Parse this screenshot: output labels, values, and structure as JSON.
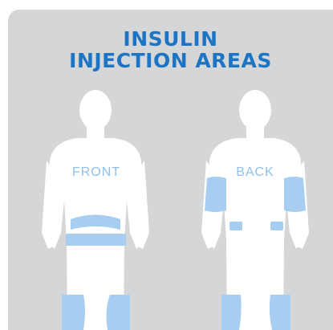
{
  "title": {
    "line1": "INSULIN",
    "line2": "INJECTION AREAS"
  },
  "figures": {
    "front_label": "FRONT",
    "back_label": "BACK"
  },
  "colors": {
    "background": "#d5d6d8",
    "body": "#ffffff",
    "injection_area": "#a7cdf0",
    "title": "#1c74c4",
    "label": "#8fc0eb"
  }
}
